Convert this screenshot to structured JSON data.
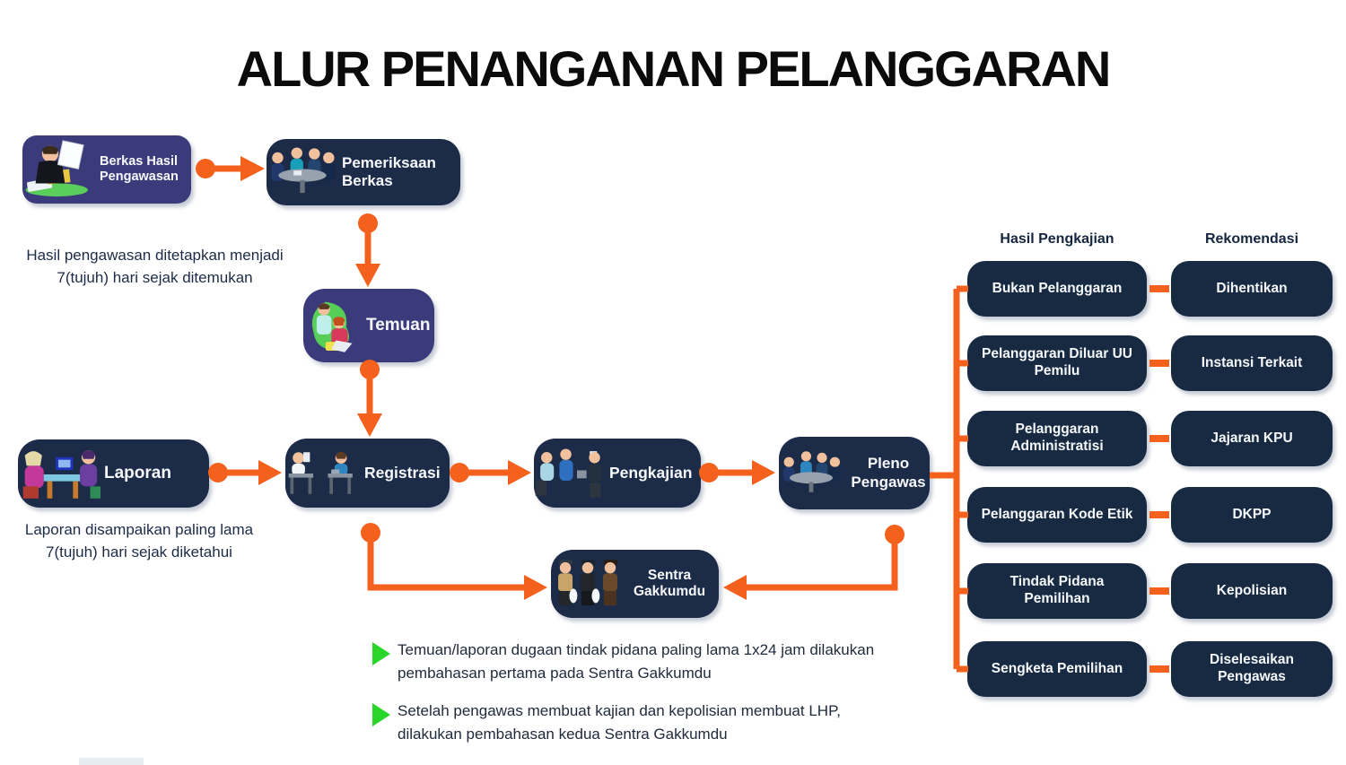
{
  "title": "ALUR PENANGANAN PELANGGARAN",
  "colors": {
    "arrow_orange": "#F4611D",
    "footnote_green": "#2BD62B",
    "box_indigo": "#3B3B7C",
    "box_navy": "#1C2B47",
    "outcome_box_navy": "#172A42",
    "text_navy": "#1C2B47"
  },
  "nodes": {
    "berkas": {
      "label": "Berkas Hasil Pengawasan"
    },
    "pemeriksaan": {
      "label": "Pemeriksaan Berkas"
    },
    "temuan": {
      "label": "Temuan"
    },
    "laporan": {
      "label": "Laporan"
    },
    "registrasi": {
      "label": "Registrasi"
    },
    "pengkajian": {
      "label": "Pengkajian"
    },
    "pleno": {
      "label": "Pleno Pengawas"
    },
    "gakkumdu": {
      "label": "Sentra Gakkumdu"
    }
  },
  "annotations": {
    "temuan_note": "Hasil pengawasan ditetapkan menjadi 7(tujuh) hari sejak ditemukan",
    "laporan_note": "Laporan disampaikan paling lama 7(tujuh) hari sejak diketahui"
  },
  "outcome_columns": {
    "left_header": "Hasil Pengkajian",
    "right_header": "Rekomendasi",
    "rows": [
      {
        "hasil": "Bukan Pelanggaran",
        "rekomendasi": "Dihentikan"
      },
      {
        "hasil": "Pelanggaran Diluar UU Pemilu",
        "rekomendasi": "Instansi Terkait"
      },
      {
        "hasil": "Pelanggaran Administratisi",
        "rekomendasi": "Jajaran KPU"
      },
      {
        "hasil": "Pelanggaran Kode Etik",
        "rekomendasi": "DKPP"
      },
      {
        "hasil": "Tindak Pidana Pemilihan",
        "rekomendasi": "Kepolisian"
      },
      {
        "hasil": "Sengketa Pemilihan",
        "rekomendasi": "Diselesaikan Pengawas"
      }
    ]
  },
  "footnotes": [
    {
      "text": "Temuan/laporan dugaan tindak pidana paling lama 1x24 jam dilakukan pembahasan pertama pada Sentra Gakkumdu"
    },
    {
      "text": "Setelah pengawas membuat kajian dan kepolisian membuat LHP, dilakukan pembahasan kedua Sentra Gakkumdu"
    }
  ]
}
